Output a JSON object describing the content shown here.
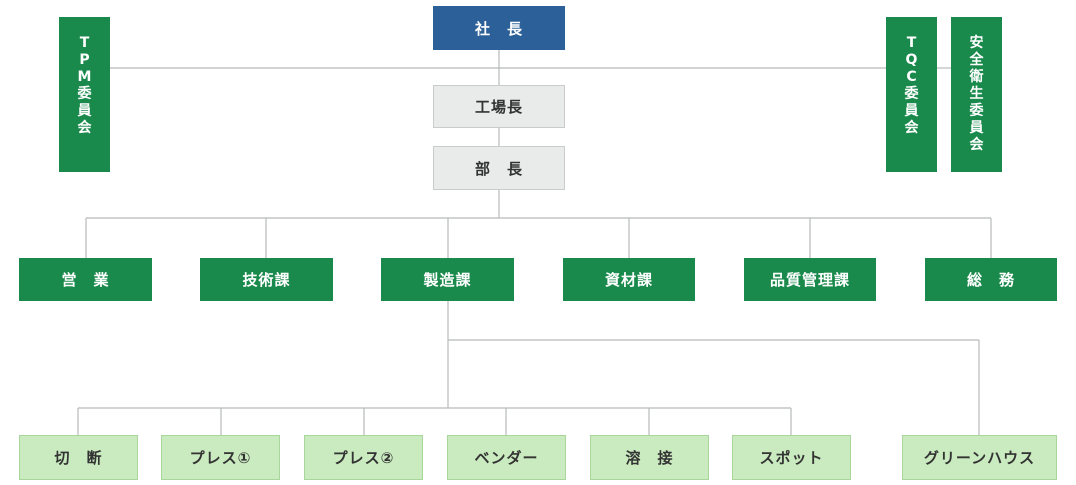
{
  "president": "社　長",
  "plant_manager": "工場長",
  "division_manager": "部　長",
  "committees": {
    "tpm": "TPM委員会",
    "tqc": "TQC委員会",
    "safety": "安全衛生委員会"
  },
  "departments": [
    "営　業",
    "技術課",
    "製造課",
    "資材課",
    "品質管理課",
    "総　務"
  ],
  "sections": [
    "切　断",
    "プレス①",
    "プレス②",
    "ベンダー",
    "溶　接",
    "スポット",
    "グリーンハウス"
  ],
  "colors": {
    "president": "#2b6098",
    "department": "#198a4b",
    "manager": "#e9ebea",
    "section": "#c9ebbf",
    "line": "#b7bab9"
  }
}
